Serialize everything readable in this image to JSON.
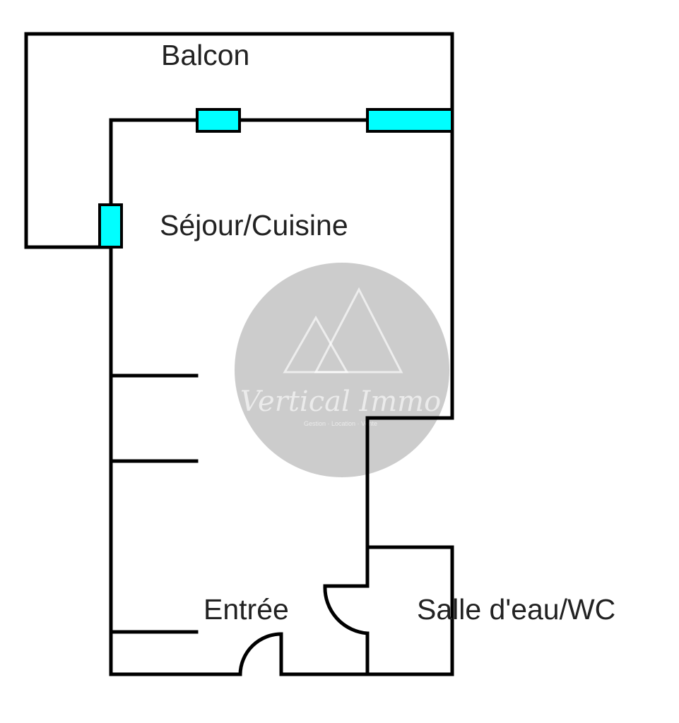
{
  "rooms": {
    "balcon": "Balcon",
    "sejour": "Séjour/Cuisine",
    "entree": "Entrée",
    "salle_eau": "Salle d'eau/WC"
  },
  "watermark": {
    "logo_text": "Vertical Immo",
    "tagline": "Gestion · Location · Vente",
    "color": "#cccccc"
  },
  "colors": {
    "wall": "#000000",
    "window": "#00ffff",
    "background": "#ffffff"
  }
}
